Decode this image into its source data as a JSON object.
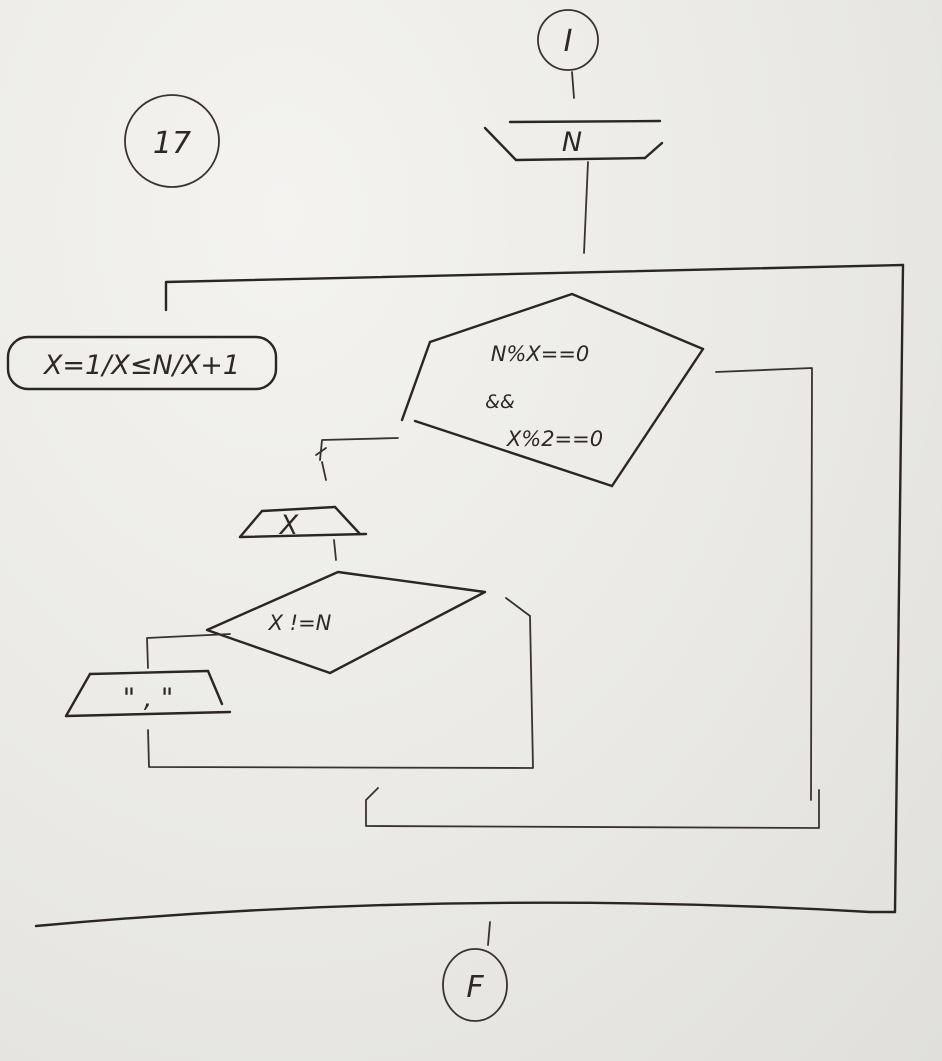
{
  "diagram": {
    "page_number": "17",
    "start": {
      "label": "I"
    },
    "input": {
      "label": "N"
    },
    "loop": {
      "label": "X=1/X≤N/X+1"
    },
    "decision_1": {
      "line1": "N%X==0",
      "line2": "&&",
      "line3": "X%2==0"
    },
    "output_x": {
      "label": "X"
    },
    "decision_2": {
      "label": "X !=N"
    },
    "output_comma": {
      "label": "\" , \""
    },
    "end": {
      "label": "F"
    }
  }
}
